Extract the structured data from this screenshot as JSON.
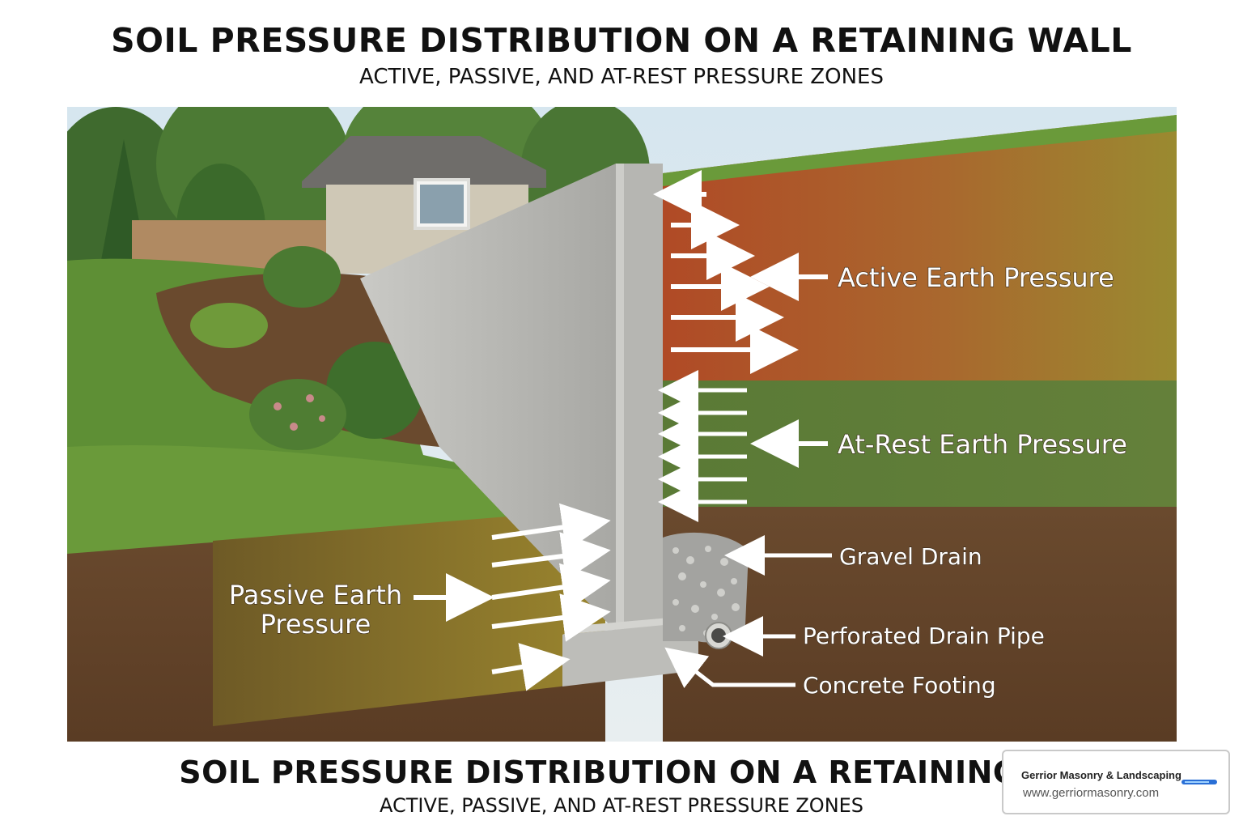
{
  "header": {
    "title": "SOIL PRESSURE DISTRIBUTION ON A RETAINING WALL",
    "subtitle": "ACTIVE, PASSIVE, AND AT-REST PRESSURE ZONES"
  },
  "footer": {
    "title": "SOIL PRESSURE DISTRIBUTION ON A RETAINING W",
    "subtitle": "ACTIVE, PASSIVE, AND AT-REST PRESSURE ZONES"
  },
  "labels": {
    "active": "Active Earth Pressure",
    "at_rest": "At-Rest Earth Pressure",
    "passive_line1": "Passive Earth",
    "passive_line2": "Pressure",
    "gravel": "Gravel Drain",
    "pipe": "Perforated Drain Pipe",
    "footing": "Concrete Footing"
  },
  "watermark": {
    "company": "Gerrior Masonry & Landscaping",
    "url": "www.gerriormasonry.com"
  },
  "colors": {
    "active_zone": "#b4542a",
    "at_rest_zone": "#5f7a38",
    "passive_zone": "#8f7a2c",
    "soil": "#6b4a2e",
    "concrete": "#b7b7b3",
    "grass": "#5e8f35",
    "sky": "#c9dce8",
    "arrow": "#ffffff"
  },
  "icons": {
    "arrow": "arrow-icon",
    "house": "shed-icon",
    "pipe": "pipe-icon"
  }
}
